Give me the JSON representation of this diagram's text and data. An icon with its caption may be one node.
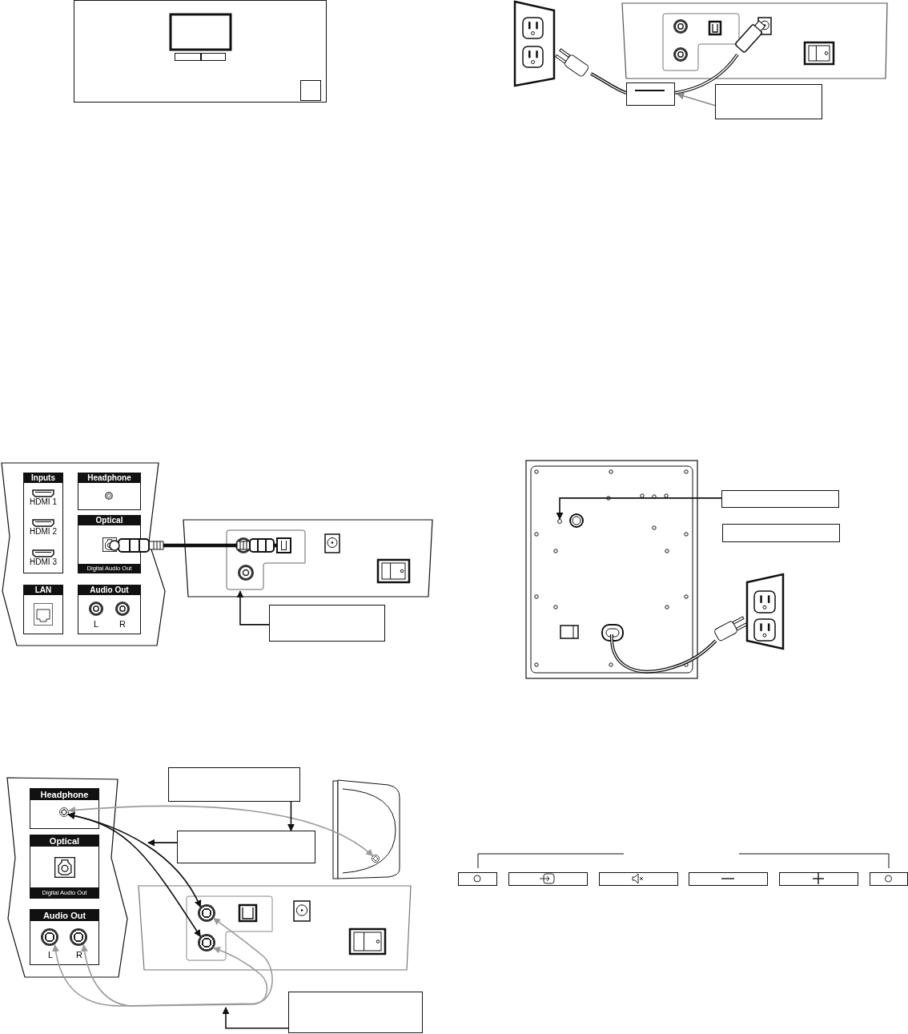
{
  "diagram": {
    "nodes": [
      {
        "text": [],
        "shape": "box"
      },
      {
        "text": [],
        "shape": "box"
      },
      {
        "text": [
          "Inputs",
          "HDMI 1",
          "HDMI 2",
          "HDMI 3"
        ]
      },
      {
        "text": [
          "Headphone"
        ]
      },
      {
        "text": [
          "Optical",
          "Digital Audio Out"
        ]
      },
      {
        "text": [
          "LAN"
        ]
      },
      {
        "text": [
          "Audio Out",
          "L",
          "R"
        ]
      },
      {
        "text": [],
        "shape": "box",
        "in": 24
      },
      {
        "text": [],
        "shape": "box"
      },
      {
        "text": [],
        "shape": "box"
      },
      {
        "text": [],
        "shape": "circle"
      },
      {
        "text": [],
        "shape": "box"
      },
      {
        "text": [
          "Headphone"
        ]
      },
      {
        "text": [],
        "shape": "circle",
        "in": 12
      },
      {
        "text": [
          "Optical",
          "Digital Audio Out"
        ]
      },
      {
        "text": [
          "Audio Out",
          "L",
          "R"
        ]
      },
      {
        "text": [],
        "shape": "circle",
        "in": 15
      },
      {
        "text": [],
        "shape": "circle",
        "in": 15
      },
      {
        "text": [],
        "shape": "circle"
      },
      {
        "text": [],
        "shape": "circle"
      },
      {
        "text": [],
        "shape": "circle"
      },
      {
        "text": [],
        "shape": "box"
      },
      {
        "text": [],
        "shape": "box"
      },
      {
        "text": [],
        "shape": "box"
      },
      {
        "text": [],
        "shape": "box"
      }
    ],
    "edges": [
      {
        "from": 0,
        "to": 1,
        "arrow": "to",
        "color": "#8a8a8a"
      },
      {
        "from": 4,
        "to": 7,
        "arrow": "other",
        "style": "thick"
      },
      {
        "from": 8,
        "to": 24,
        "arrow": "to"
      },
      {
        "from": 9,
        "to": 10,
        "arrow": "to"
      },
      {
        "from": 13,
        "to": 18,
        "arrow": "both",
        "color": "#9a9a9a"
      },
      {
        "from": 13,
        "to": 19,
        "arrow": "both"
      },
      {
        "from": 13,
        "to": 20,
        "arrow": "both"
      },
      {
        "from": 16,
        "to": 19,
        "arrow": "both",
        "color": "#9a9a9a"
      },
      {
        "from": 17,
        "to": 20,
        "arrow": "both",
        "color": "#9a9a9a"
      },
      {
        "from": 21,
        "to": 22,
        "arrow": "to"
      },
      {
        "from": 22,
        "to": null,
        "arrow": "to"
      },
      {
        "from": 23,
        "to": null,
        "arrow": "to"
      }
    ]
  }
}
